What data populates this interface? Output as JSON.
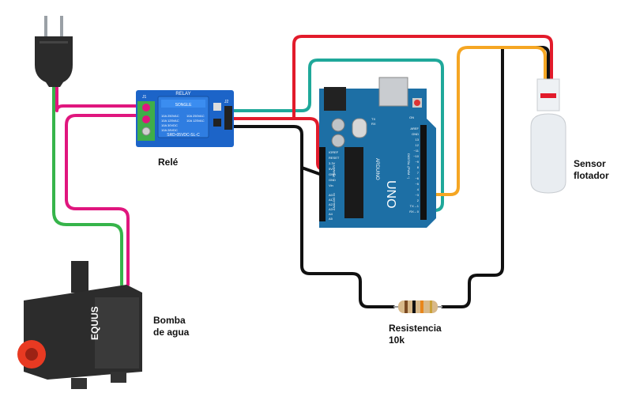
{
  "labels": {
    "relay": "Relé",
    "float_sensor": [
      "Sensor",
      "flotador"
    ],
    "pump": [
      "Bomba",
      "de agua"
    ],
    "resistor": [
      "Resistencia",
      "10k"
    ]
  },
  "relay_board": {
    "header": "RELAY",
    "connector_j1": "J1",
    "connector_j2": "J2",
    "brand": "SONGLE",
    "specs_left": [
      "10A 250VAC",
      "10A 125VAC",
      "10A 30VDC",
      "10A 28VDC"
    ],
    "specs_right": [
      "10A 250VAC",
      "10A 125VAC"
    ],
    "model": "SRD-05VDC-SL-C"
  },
  "arduino": {
    "name": "UNO",
    "brand": "ARDUINO",
    "power_pins": [
      "IOREF",
      "RESET",
      "3.3V",
      "5V",
      "GND",
      "GND",
      "Vin"
    ],
    "power_header": "POWER",
    "analog_pins": [
      "A0",
      "A1",
      "A2",
      "A3",
      "A4",
      "A5"
    ],
    "analog_header": "ANALOG IN",
    "digital_pins": [
      "AREF",
      "GND",
      "13",
      "12",
      "~11",
      "~10",
      "~9",
      "8",
      "7",
      "~6",
      "~5",
      "4",
      "~3",
      "2",
      "TX→1",
      "RX←0"
    ],
    "digital_header": "DIGITAL (PWM ~)",
    "onboard_labels": [
      "TX",
      "RX",
      "ON"
    ]
  },
  "pump": {
    "brand": "EQUUS"
  },
  "colors": {
    "wire_red": "#e21b2b",
    "wire_black": "#111111",
    "wire_teal": "#1fa89a",
    "wire_orange": "#f5a623",
    "wire_green": "#36b44a",
    "wire_magenta": "#e0167e",
    "arduino_pcb": "#1d6fa5",
    "relay_pcb": "#1c64c8",
    "relay_cube": "#2f7de1",
    "pump_accent": "#e83a22"
  },
  "icons": [
    "plug-icon",
    "relay-icon",
    "arduino-icon",
    "float-sensor-icon",
    "resistor-icon",
    "pump-icon"
  ]
}
